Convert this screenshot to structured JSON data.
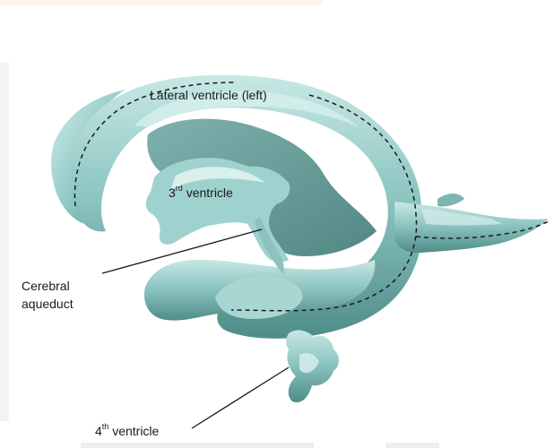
{
  "labels": {
    "lateral_ventricle": "Lateral ventricle (left)",
    "third_ventricle": {
      "num": "3",
      "sup": "rd",
      "text": " ventricle"
    },
    "cerebral_aqueduct": "Cerebral aqueduct",
    "fourth_ventricle": {
      "num": "4",
      "sup": "th",
      "text": " ventricle"
    }
  },
  "colors": {
    "ventricle_fill": "#7fb9b5",
    "ventricle_highlight": "#bfe4e1",
    "ventricle_shadow": "#4c8883",
    "outline_dash": "#1a1a1a",
    "leader_line": "#1a1a1a",
    "background": "#ffffff"
  }
}
